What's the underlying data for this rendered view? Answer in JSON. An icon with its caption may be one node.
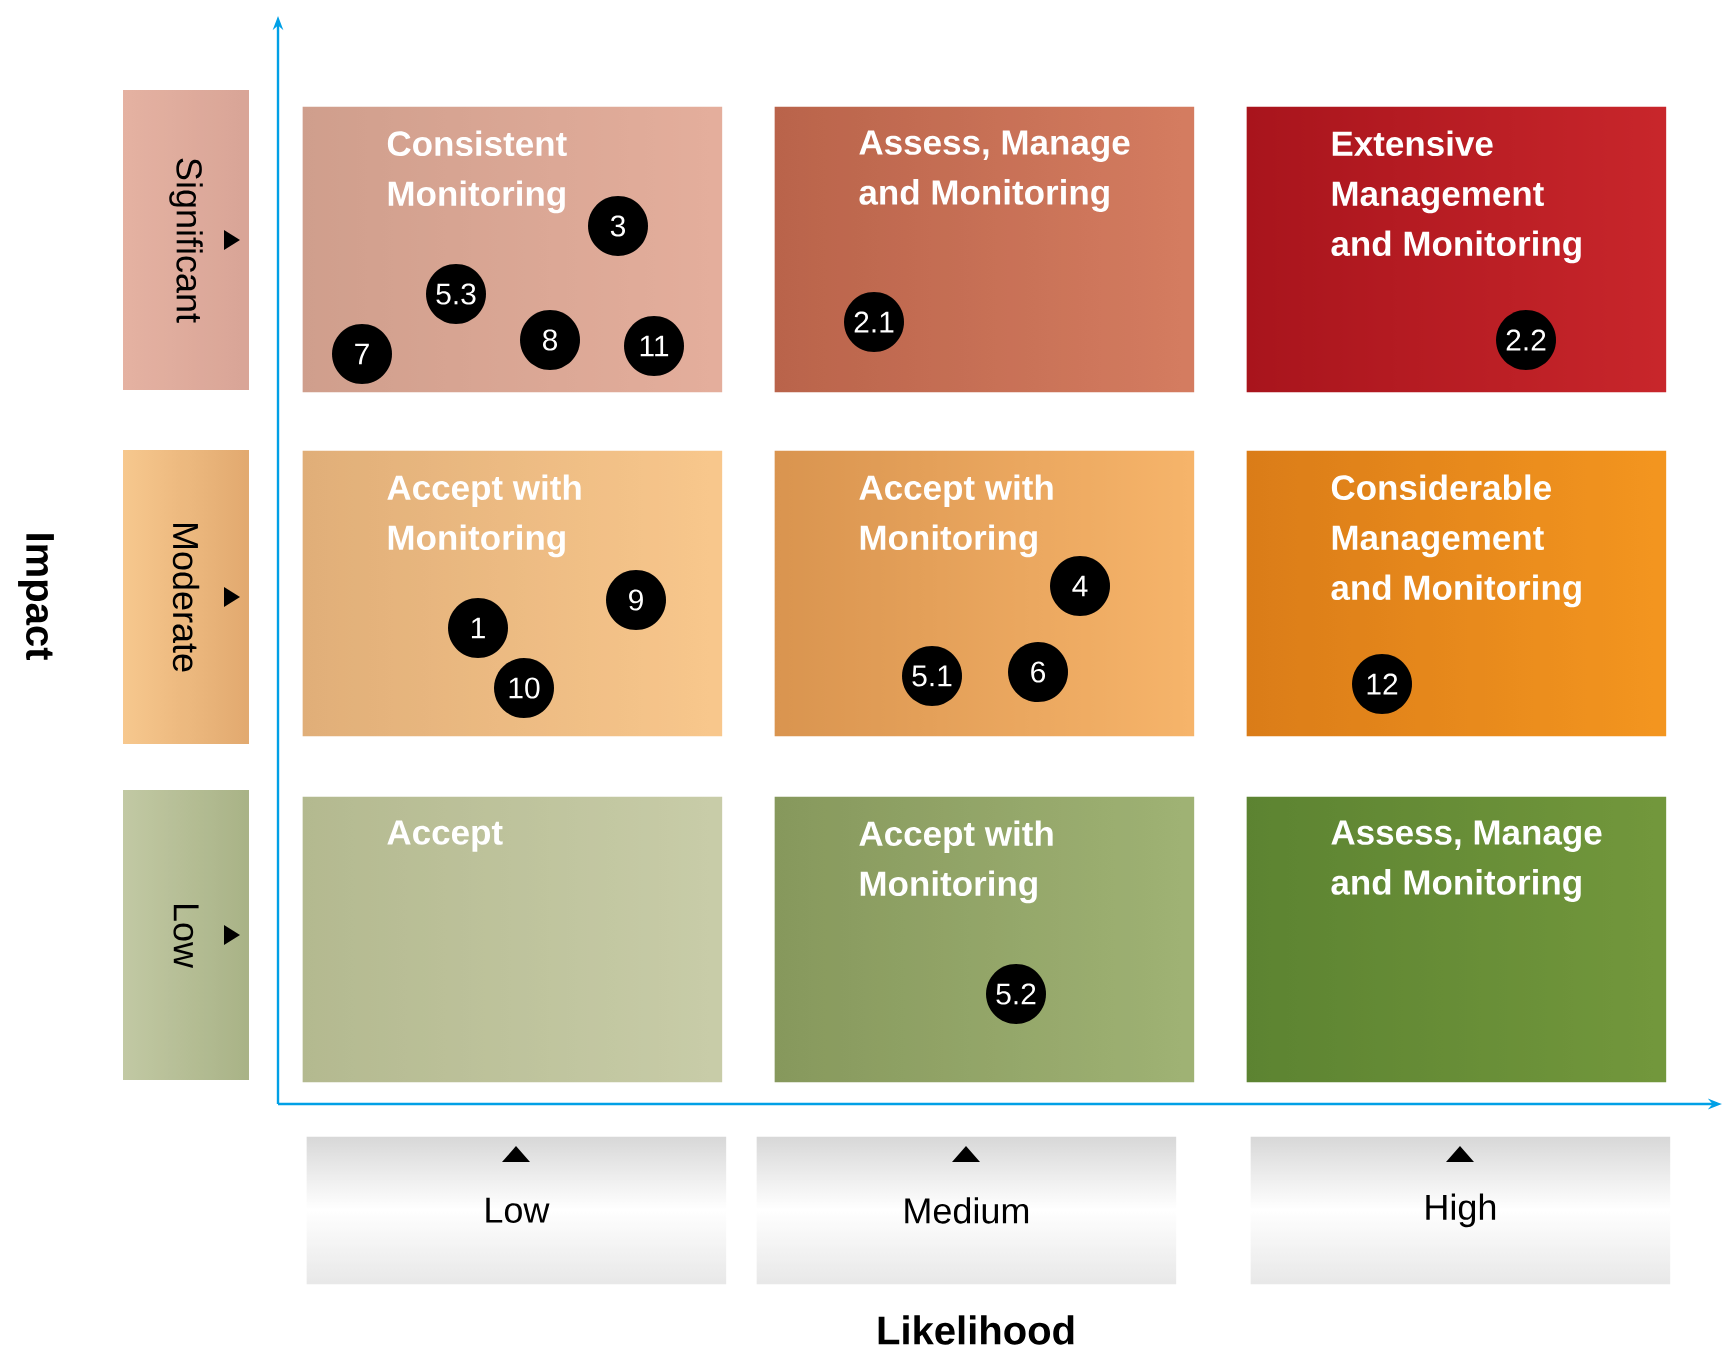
{
  "diagram": {
    "nodes": [
      {
        "text": [
          "Significant"
        ]
      },
      {
        "text": [
          "Moderate"
        ]
      },
      {
        "text": [
          "Low"
        ]
      },
      {
        "text": [
          "Consistent Monitoring"
        ]
      },
      {
        "text": [
          "Assess, Manage and Monitoring"
        ]
      },
      {
        "text": [
          "Extensive Management and Monitoring"
        ]
      },
      {
        "text": [
          "Accept with Monitoring"
        ]
      },
      {
        "text": [
          "Accept with Monitoring"
        ]
      },
      {
        "text": [
          "Considerable Management and Monitoring"
        ]
      },
      {
        "text": [
          "Accept"
        ]
      },
      {
        "text": [
          "Accept with Monitoring"
        ]
      },
      {
        "text": [
          "Assess, Manage and Monitoring"
        ]
      },
      {
        "text": [
          "Low"
        ]
      },
      {
        "text": [
          "Medium"
        ]
      },
      {
        "text": [
          "High"
        ]
      },
      {
        "text": [
          "3"
        ],
        "in": 3
      },
      {
        "text": [
          "5.3"
        ],
        "in": 3
      },
      {
        "text": [
          "7"
        ],
        "in": 3
      },
      {
        "text": [
          "8"
        ],
        "in": 3
      },
      {
        "text": [
          "11"
        ],
        "in": 3
      },
      {
        "text": [
          "2.1"
        ],
        "in": 4
      },
      {
        "text": [
          "2.2"
        ],
        "in": 5
      },
      {
        "text": [
          "9"
        ],
        "in": 6
      },
      {
        "text": [
          "1"
        ],
        "in": 6
      },
      {
        "text": [
          "10"
        ],
        "in": 6
      },
      {
        "text": [
          "4"
        ],
        "in": 7
      },
      {
        "text": [
          "5.1"
        ],
        "in": 7
      },
      {
        "text": [
          "6"
        ],
        "in": 7
      },
      {
        "text": [
          "12"
        ],
        "in": 8
      },
      {
        "text": [
          "5.2"
        ],
        "in": 10
      }
    ],
    "labels": [
      "Impact",
      "Likelihood"
    ]
  }
}
